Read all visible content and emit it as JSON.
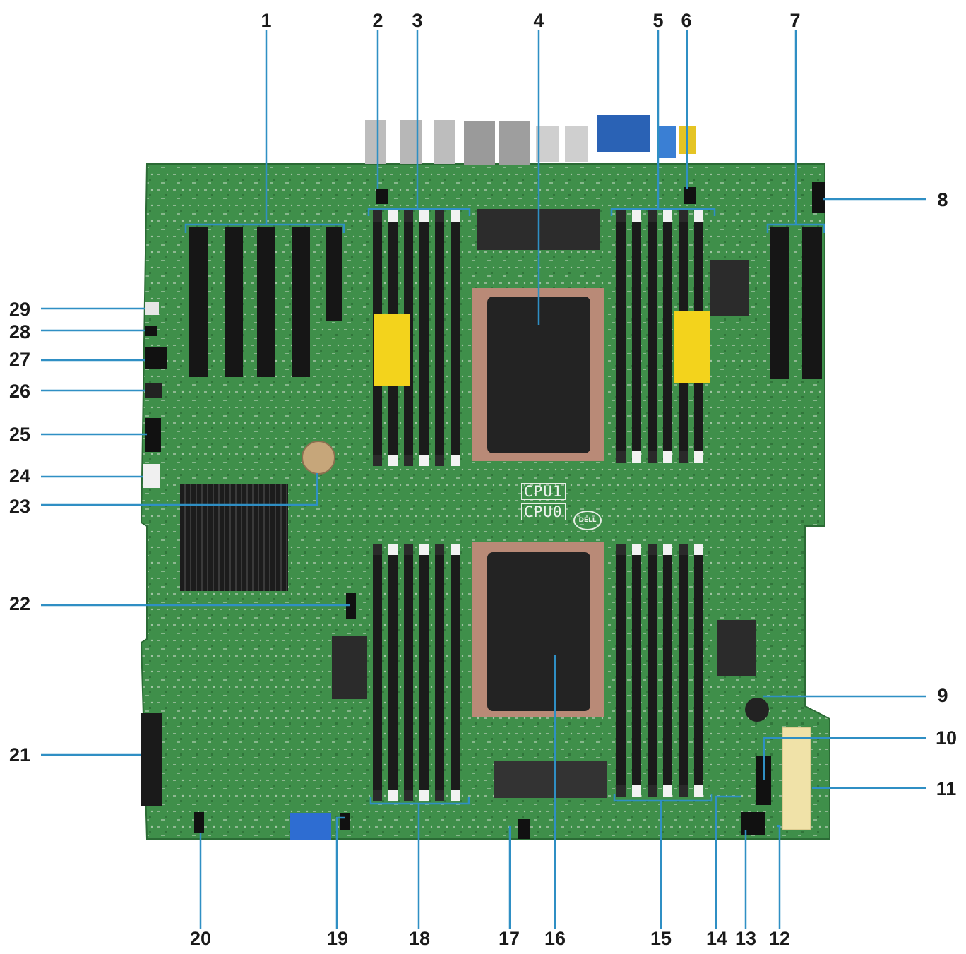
{
  "title": "",
  "board": {
    "cpu_labels": [
      "CPU1",
      "CPU0"
    ],
    "vendor_logo_text": "DELL"
  },
  "callouts": [
    {
      "label": "1"
    },
    {
      "label": "2"
    },
    {
      "label": "3"
    },
    {
      "label": "4"
    },
    {
      "label": "5"
    },
    {
      "label": "6"
    },
    {
      "label": "7"
    },
    {
      "label": "8"
    },
    {
      "label": "9"
    },
    {
      "label": "10"
    },
    {
      "label": "11"
    },
    {
      "label": "12"
    },
    {
      "label": "13"
    },
    {
      "label": "14"
    },
    {
      "label": "15"
    },
    {
      "label": "16"
    },
    {
      "label": "17"
    },
    {
      "label": "18"
    },
    {
      "label": "19"
    },
    {
      "label": "20"
    },
    {
      "label": "21"
    },
    {
      "label": "22"
    },
    {
      "label": "23"
    },
    {
      "label": "24"
    },
    {
      "label": "25"
    },
    {
      "label": "26"
    },
    {
      "label": "27"
    },
    {
      "label": "28"
    },
    {
      "label": "29"
    }
  ],
  "colors": {
    "pcb": "#3f8f4a",
    "pcb_dark": "#2f7339",
    "leader": "#2f8fc4",
    "heatsink": "#1e1e1e",
    "cpu_socket": "#262626",
    "dimm_slot": "#1b1b1b",
    "dimm_latch": "#f2f2f2",
    "atx_connector": "#f0e2a8",
    "warning_label": "#f3d31c",
    "vga_port": "#2a62b5",
    "usb_blue": "#3a7fd4",
    "audio_yellow": "#e5c424",
    "battery": "#c6a67a"
  }
}
